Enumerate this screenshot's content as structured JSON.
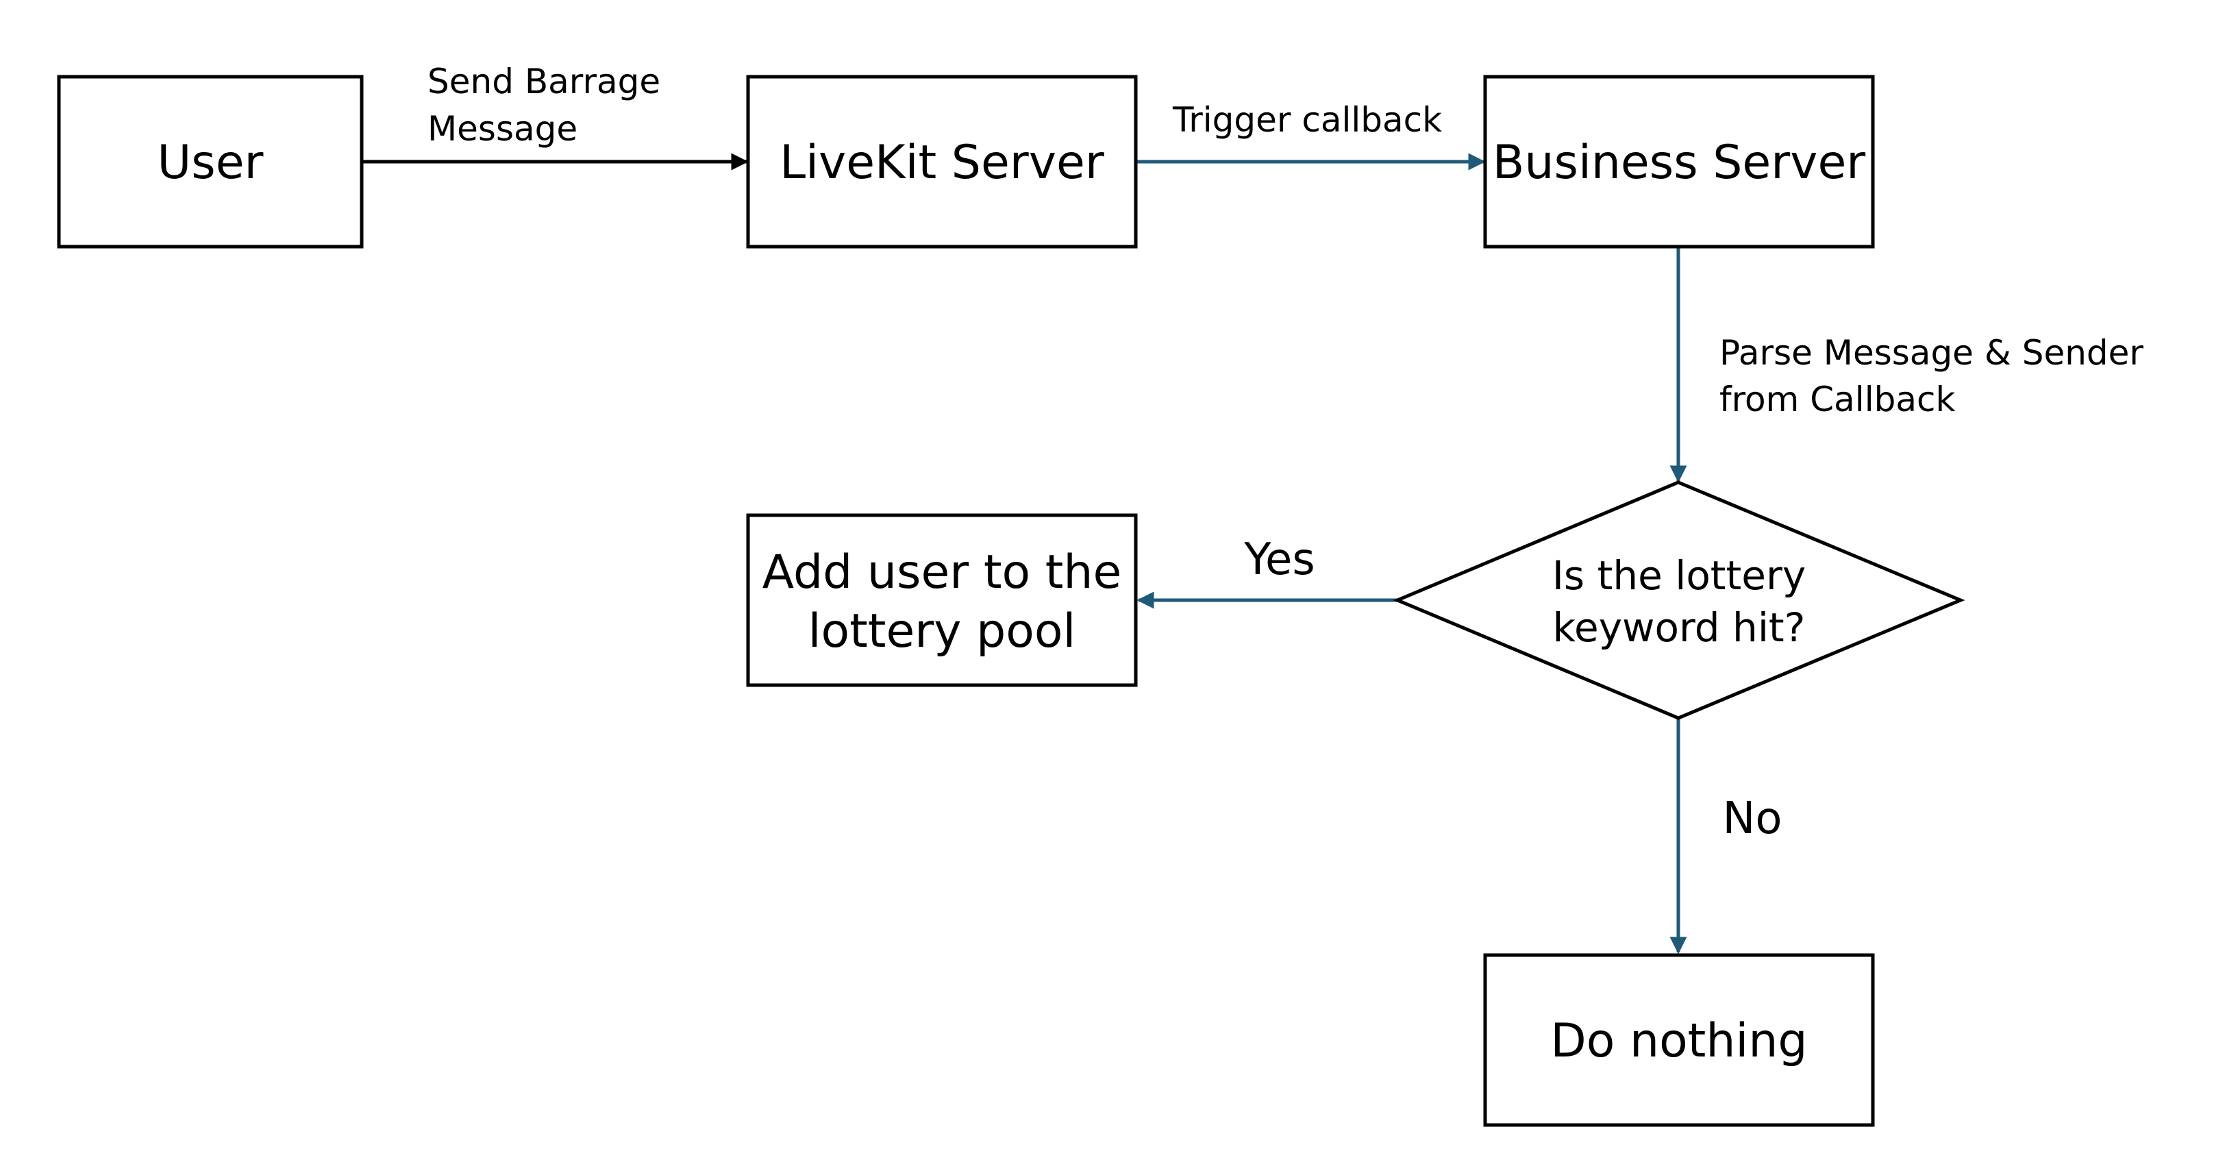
{
  "nodes": {
    "user": {
      "label": "User"
    },
    "livekit_server": {
      "label": "LiveKit Server"
    },
    "business_server": {
      "label": "Business Server"
    },
    "decision": {
      "line1": "Is the lottery",
      "line2": "keyword hit?"
    },
    "add_user": {
      "line1": "Add user to the",
      "line2": "lottery pool"
    },
    "do_nothing": {
      "label": "Do nothing"
    }
  },
  "edges": {
    "send_barrage": {
      "line1": "Send Barrage",
      "line2": "Message"
    },
    "trigger_callback": {
      "label": "Trigger callback"
    },
    "parse_message": {
      "line1": "Parse Message & Sender",
      "line2": "from Callback"
    },
    "yes": {
      "label": "Yes"
    },
    "no": {
      "label": "No"
    }
  },
  "colors": {
    "box_stroke": "#000000",
    "arrow_black": "#000000",
    "arrow_blue": "#1f5a78",
    "background": "#ffffff"
  }
}
